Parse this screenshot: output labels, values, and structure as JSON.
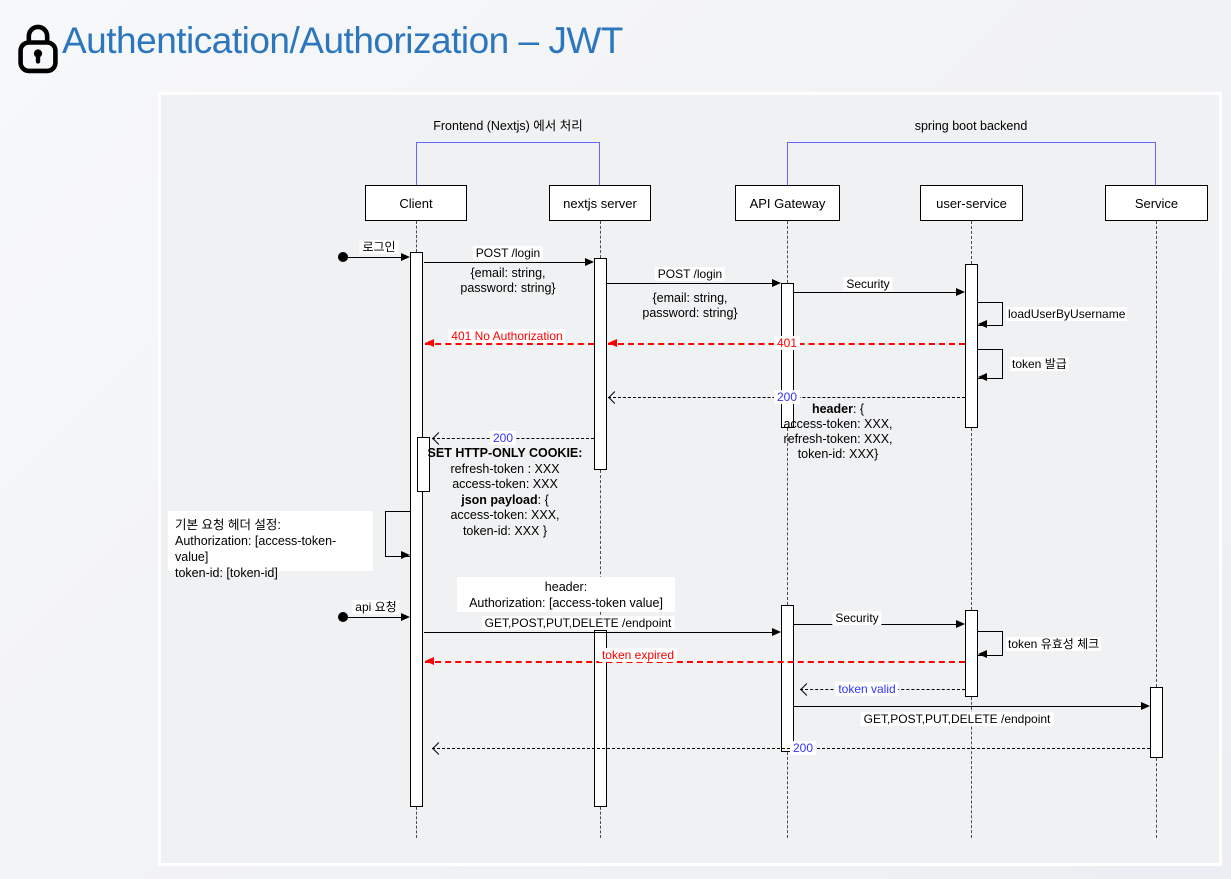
{
  "title": {
    "text": "Authentication/Authorization – JWT"
  },
  "groups": {
    "frontend": "Frontend (Nextjs) 에서 처리",
    "backend": "spring boot backend"
  },
  "participants": {
    "client": "Client",
    "nextjs": "nextjs server",
    "gateway": "API Gateway",
    "userservice": "user-service",
    "service": "Service"
  },
  "m": {
    "login_trigger": "로그인",
    "post_login_1": "POST /login",
    "post_login_1_body_1": "{email: string,",
    "post_login_1_body_2": "password: string}",
    "post_login_2": "POST /login",
    "post_login_2_body_1": "{email: string,",
    "post_login_2_body_2": "password: string}",
    "security_1": "Security",
    "load_user": "loadUserByUsername",
    "token_issue": "token 발급",
    "err_401_no_auth": "401 No Authorization",
    "err_401": "401",
    "ok_200_1": "200",
    "ok_200_2": "200",
    "api_trigger": "api 요청",
    "endpoint_1": "GET,POST,PUT,DELETE /endpoint",
    "security_2": "Security",
    "token_check": "token 유효성 체크",
    "token_expired": "token expired",
    "token_valid": "token valid",
    "endpoint_2": "GET,POST,PUT,DELETE /endpoint",
    "ok_200_3": "200"
  },
  "blocks": {
    "token_header": {
      "bold": "header",
      "rest": ": {",
      "l2": "access-token: XXX,",
      "l3": "refresh-token: XXX,",
      "l4": "token-id: XXX}"
    },
    "cookie": {
      "l1": "SET HTTP-ONLY COOKIE:",
      "l2": "refresh-token : XXX",
      "l3": "access-token: XXX",
      "l4b": "json payload",
      "l4r": ": {",
      "l5": "access-token: XXX,",
      "l6": "token-id: XXX }"
    },
    "default_header": {
      "l1": "기본 요청 헤더 설정:",
      "l2": "Authorization:  [access-token-value]",
      "l3": "token-id: [token-id]"
    },
    "request_header": {
      "l1": "header:",
      "l2": "Authorization: [access-token value]"
    }
  },
  "colors": {
    "title_blue": "#2b76bc",
    "group_bracket_blue": "#6666ff",
    "error_red": "#ff0000",
    "status_blue": "#3333ff",
    "panel_border": "#ffffff",
    "panel_bg": "#f0f1f2"
  }
}
